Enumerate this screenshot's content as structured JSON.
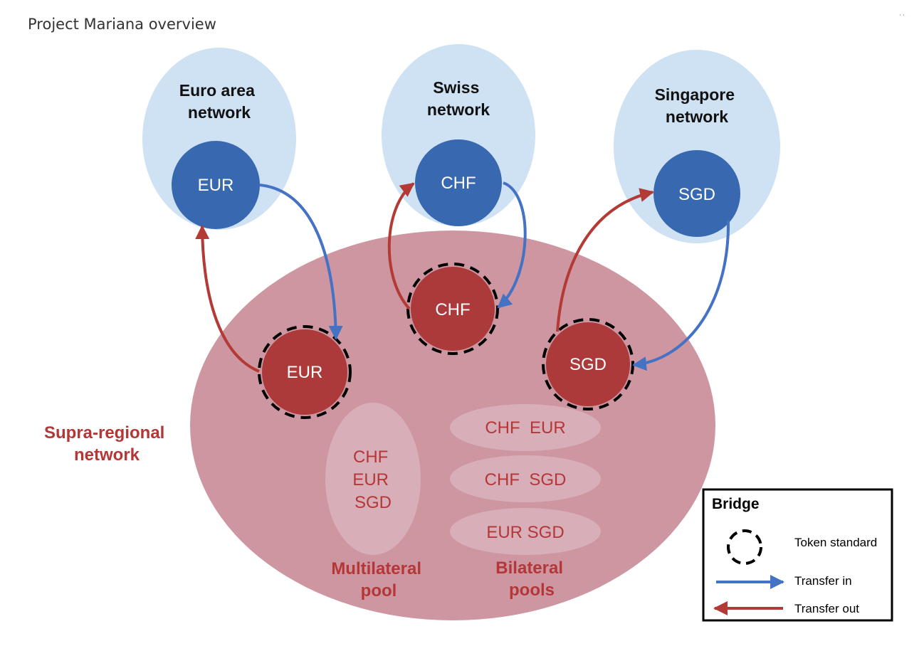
{
  "title": "Project Mariana overview",
  "corner_mark": "˙˙",
  "colors": {
    "network_bg": "#cfe2f3",
    "token_blue": "#3869b0",
    "supra_bg": "#cd96a1",
    "token_red": "#ad3a3b",
    "pool_bg": "#d8aeb8",
    "label_red": "#b43738",
    "arrow_blue": "#4472c4",
    "arrow_red": "#b33a35"
  },
  "networks": {
    "euro": {
      "title_line1": "Euro area",
      "title_line2": "network",
      "token": "EUR"
    },
    "swiss": {
      "title_line1": "Swiss",
      "title_line2": "network",
      "token": "CHF"
    },
    "singapore": {
      "title_line1": "Singapore",
      "title_line2": "network",
      "token": "SGD"
    }
  },
  "supra": {
    "label_line1": "Supra-regional",
    "label_line2": "network",
    "tokens": {
      "eur": "EUR",
      "chf": "CHF",
      "sgd": "SGD"
    }
  },
  "multilateral_pool": {
    "currencies": [
      "CHF",
      "EUR",
      "SGD"
    ],
    "label_line1": "Multilateral",
    "label_line2": "pool"
  },
  "bilateral_pools": {
    "pools": [
      "CHF  EUR",
      "CHF  SGD",
      "EUR SGD"
    ],
    "label_line1": "Bilateral",
    "label_line2": "pools"
  },
  "legend": {
    "title": "Bridge",
    "items": [
      {
        "icon": "dashed-circle-icon",
        "label": "Token standard"
      },
      {
        "icon": "blue-arrow-icon",
        "label": "Transfer in"
      },
      {
        "icon": "red-arrow-icon",
        "label": "Transfer out"
      }
    ]
  }
}
